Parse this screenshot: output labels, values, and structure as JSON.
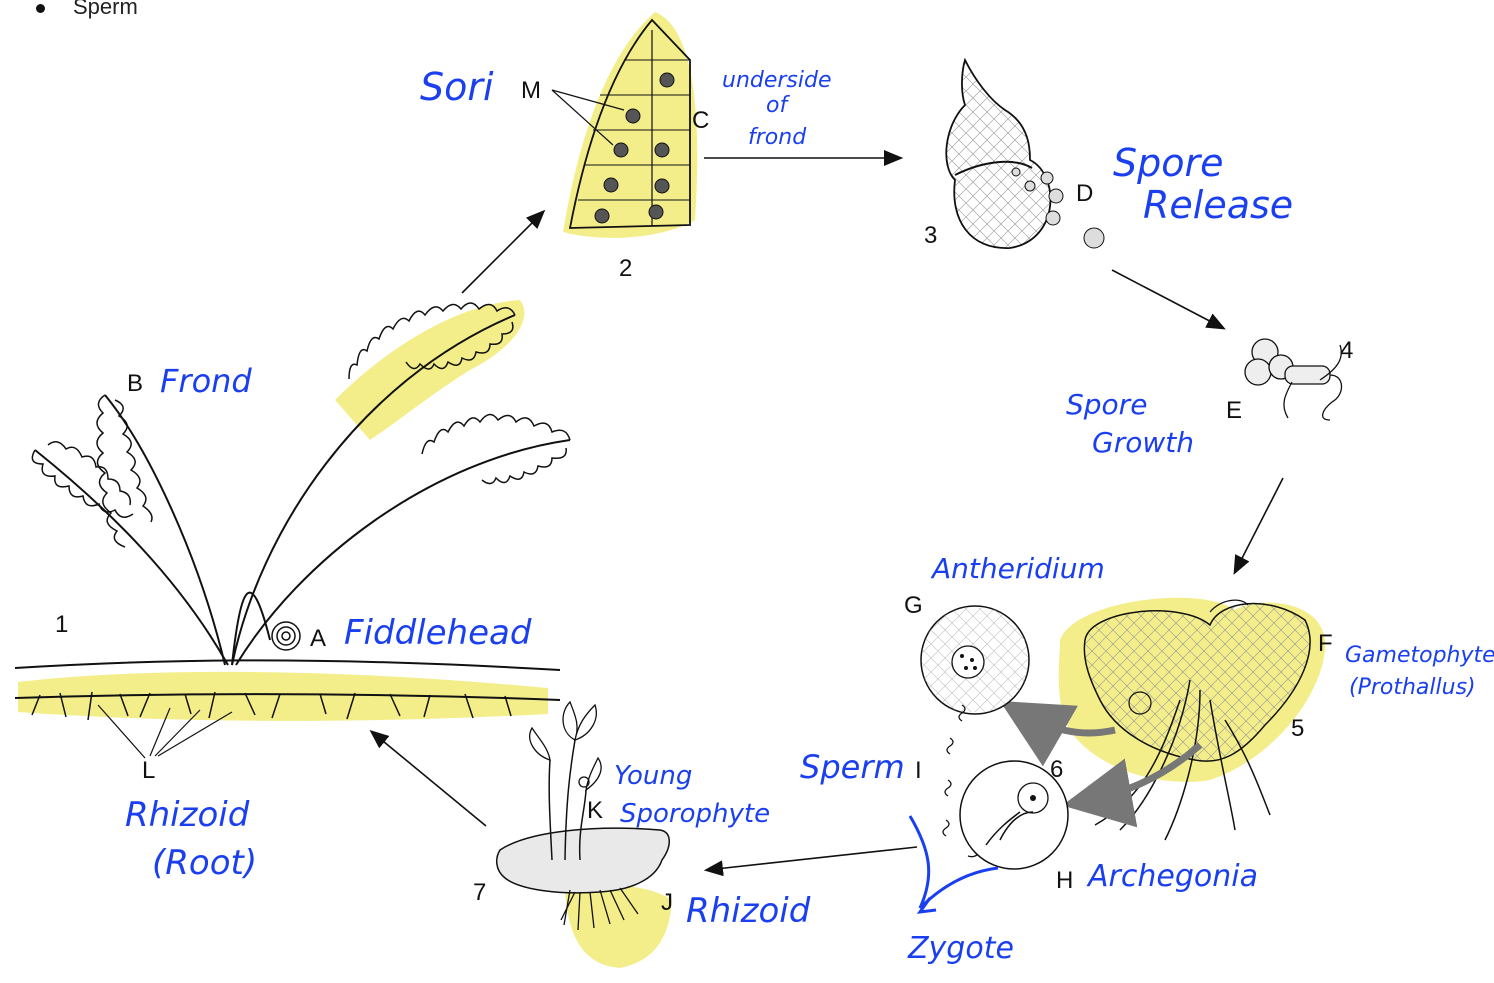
{
  "bullet": {
    "text": "Sperm"
  },
  "colors": {
    "highlight": "#f3ee8a",
    "ink": "#1a3ff0",
    "line": "#111111"
  },
  "stage_numbers": [
    "1",
    "2",
    "3",
    "4",
    "5",
    "6",
    "7"
  ],
  "letters": {
    "a": "A",
    "b": "B",
    "c": "C",
    "d": "D",
    "e": "E",
    "f": "F",
    "g": "G",
    "h": "H",
    "i": "I",
    "j": "J",
    "k": "K",
    "l": "L",
    "m": "M"
  },
  "handwritten": {
    "sori": "Sori",
    "underside_line1": "underside",
    "underside_line2": "of",
    "underside_line3": "frond",
    "spore_release_line1": "Spore",
    "spore_release_line2": "Release",
    "frond": "Frond",
    "spore_growth_line1": "Spore",
    "spore_growth_line2": "Growth",
    "fiddlehead": "Fiddlehead",
    "antheridium": "Antheridium",
    "gametophyte_line1": "Gametophyte",
    "gametophyte_line2": "(Prothallus)",
    "rhizoid_root_line1": "Rhizoid",
    "rhizoid_root_line2": "(Root)",
    "sperm": "Sperm",
    "young_sporophyte_line1": "Young",
    "young_sporophyte_line2": "Sporophyte",
    "archegonia": "Archegonia",
    "rhizoid": "Rhizoid",
    "zygote": "Zygote"
  }
}
